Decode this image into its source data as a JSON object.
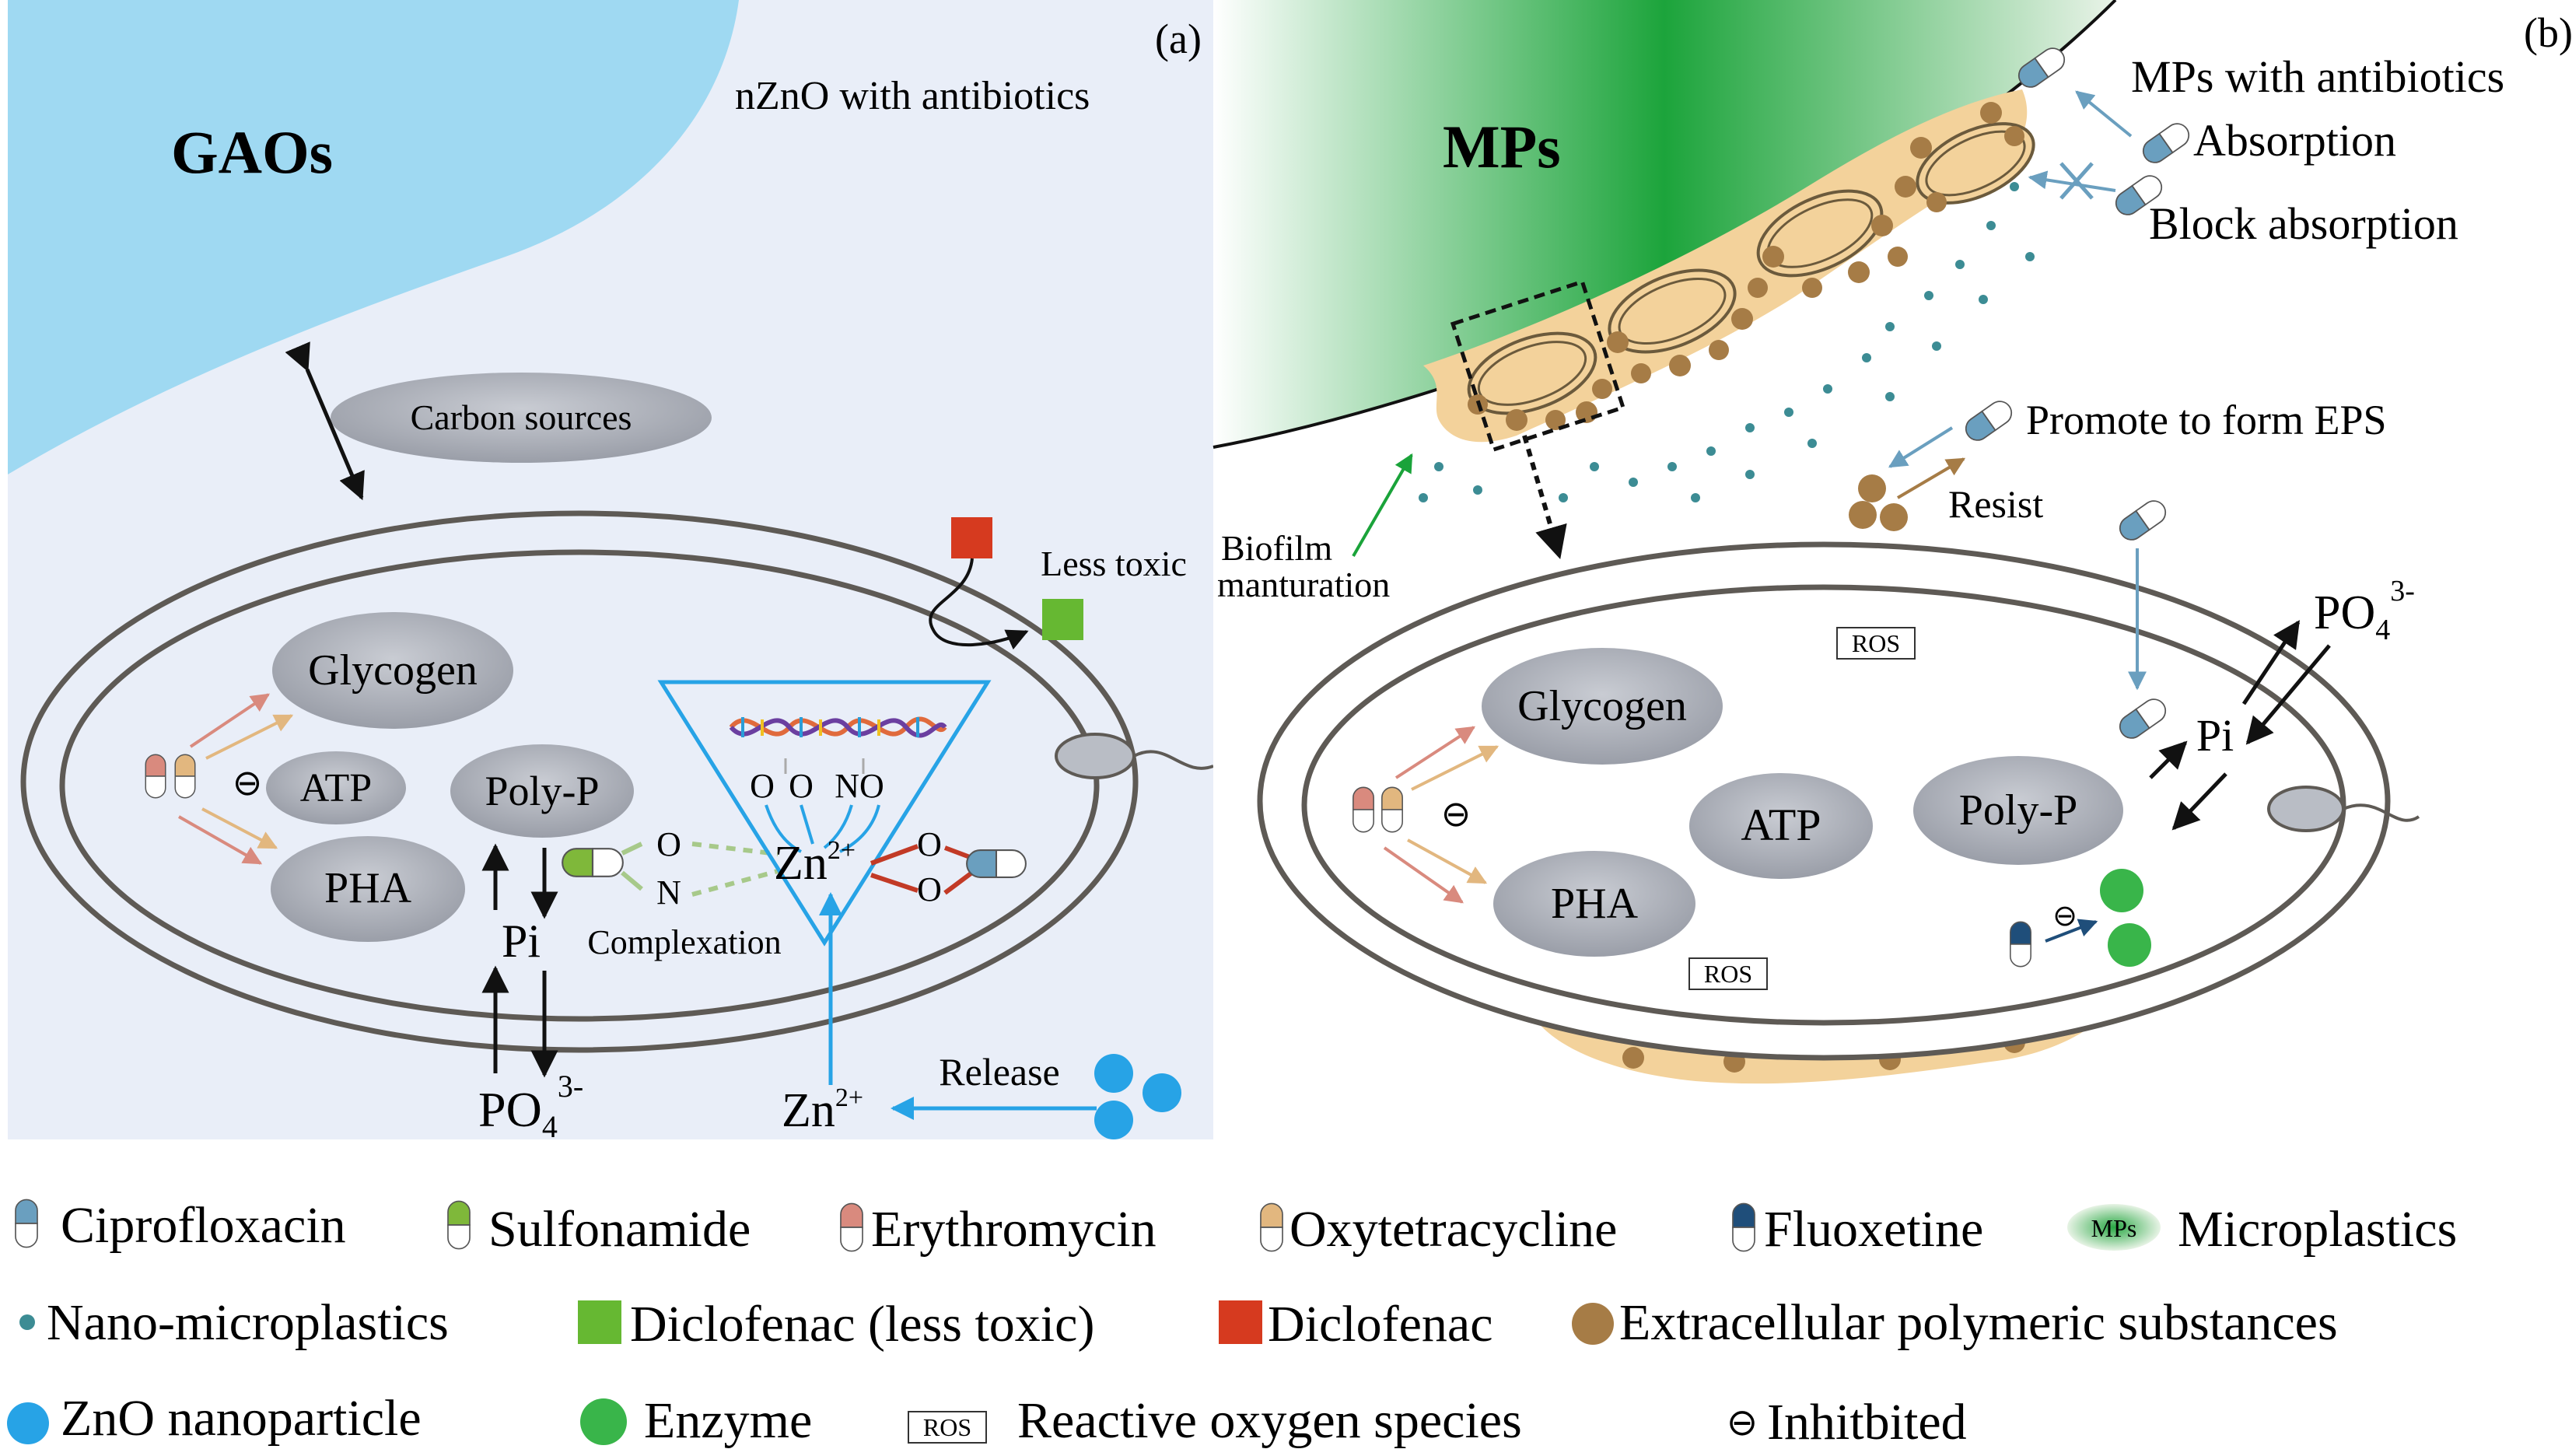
{
  "panel_a": {
    "label": "(a)",
    "organism": "GAOs",
    "subtitle": "nZnO with antibiotics",
    "carbon": "Carbon sources",
    "glycogen": "Glycogen",
    "atp": "ATP",
    "pha": "PHA",
    "polyp": "Poly-P",
    "pi": "Pi",
    "po4_main": "PO",
    "po4_sub": "4",
    "po4_sup": "3-",
    "zn_main": "Zn",
    "zn_sup": "2+",
    "less_toxic": "Less toxic",
    "complexation": "Complexation",
    "release": "Release",
    "o": "O",
    "n": "N",
    "no": "NO",
    "inhibited": "⊖",
    "background_color": "#e9eef8",
    "sky_color": "#9fd9f2"
  },
  "panel_b": {
    "label": "(b)",
    "organism": "MPs",
    "mps_antibiotics": "MPs with antibiotics",
    "absorption": "Absorption",
    "block_absorption": "Block absorption",
    "promote_eps": "Promote to form EPS",
    "resist": "Resist",
    "biofilm_line1": "Biofilm",
    "biofilm_line2": "manturation",
    "ros": "ROS",
    "glycogen": "Glycogen",
    "atp": "ATP",
    "pha": "PHA",
    "polyp": "Poly-P",
    "pi": "Pi",
    "po4_main": "PO",
    "po4_sub": "4",
    "po4_sup": "3-",
    "inhibited": "⊖",
    "mp_green": "#1aa33a",
    "eps_color": "#f3d29b",
    "eps_dot_color": "#a67c46"
  },
  "legend": {
    "ciprofloxacin": "Ciprofloxacin",
    "sulfonamide": "Sulfonamide",
    "erythromycin": "Erythromycin",
    "oxytetracycline": "Oxytetracycline",
    "fluoxetine": "Fluoxetine",
    "mps_badge": "MPs",
    "microplastics": "Microplastics",
    "nano_microplastics": "Nano-microplastics",
    "diclofenac_less": "Diclofenac (less toxic)",
    "diclofenac": "Diclofenac",
    "eps": "Extracellular polymeric substances",
    "zno": "ZnO nanoparticle",
    "enzyme": "Enzyme",
    "ros_badge": "ROS",
    "ros": "Reactive oxygen species",
    "inhibited_sym": "⊖",
    "inhibited": "Inhitbited"
  },
  "colors": {
    "cipro": "#6a9fbf",
    "sulfa": "#7fb83a",
    "erythro": "#d98a7e",
    "oxy": "#e2b77f",
    "fluox": "#1f4e7a",
    "zno": "#27a3e6",
    "enzyme": "#39b54a",
    "dic_green": "#66b832",
    "dic_red": "#d63a1f",
    "nano": "#3c8c94"
  }
}
